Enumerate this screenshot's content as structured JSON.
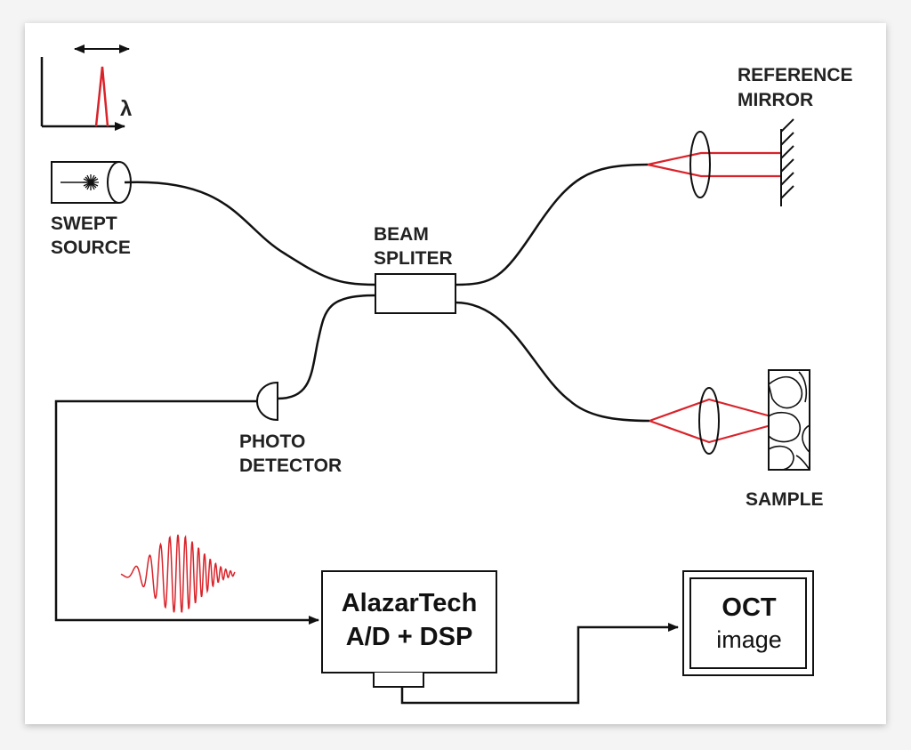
{
  "labels": {
    "lambda": "λ",
    "swept_source_1": "SWEPT",
    "swept_source_2": "SOURCE",
    "beam_splitter_1": "BEAM",
    "beam_splitter_2": "SPLITER",
    "reference_mirror_1": "REFERENCE",
    "reference_mirror_2": "MIRROR",
    "photo_detector_1": "PHOTO",
    "photo_detector_2": "DETECTOR",
    "sample": "SAMPLE"
  },
  "boxes": {
    "alazartech_1": "AlazarTech",
    "alazartech_2": "A/D + DSP",
    "oct_1": "OCT",
    "oct_2": "image"
  },
  "colors": {
    "beam": "#d9232a",
    "line": "#111111",
    "card": "#ffffff",
    "background": "#f4f4f4"
  }
}
